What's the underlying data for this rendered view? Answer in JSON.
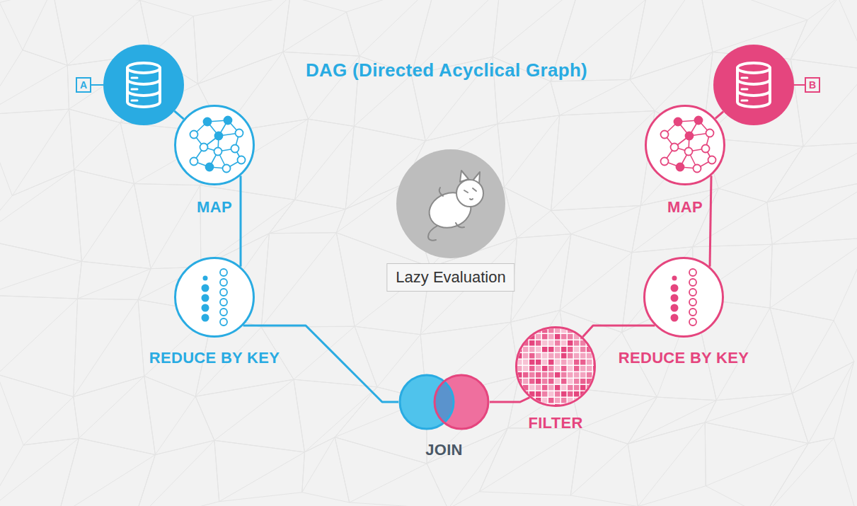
{
  "diagram": {
    "title": "DAG (Directed Acyclical Graph)",
    "nodes": [
      {
        "text": [
          "A"
        ]
      },
      {
        "text": [
          "MAP"
        ]
      },
      {
        "text": [
          "REDUCE BY KEY"
        ]
      },
      {
        "text": [
          "Lazy Evaluation"
        ]
      },
      {
        "text": [
          "B"
        ]
      },
      {
        "text": [
          "MAP"
        ]
      },
      {
        "text": [
          "REDUCE BY KEY"
        ]
      },
      {
        "text": [
          "FILTER"
        ]
      },
      {
        "text": [
          "JOIN"
        ]
      }
    ],
    "edges": [
      {
        "from": 0,
        "to": 1,
        "arrow": "none"
      },
      {
        "from": 1,
        "to": 2,
        "arrow": "none"
      },
      {
        "from": 2,
        "to": 8,
        "arrow": "none"
      },
      {
        "from": 4,
        "to": 5,
        "arrow": "none"
      },
      {
        "from": 5,
        "to": 6,
        "arrow": "none"
      },
      {
        "from": 6,
        "to": 7,
        "arrow": "none"
      },
      {
        "from": 7,
        "to": 8,
        "arrow": "none"
      }
    ]
  }
}
